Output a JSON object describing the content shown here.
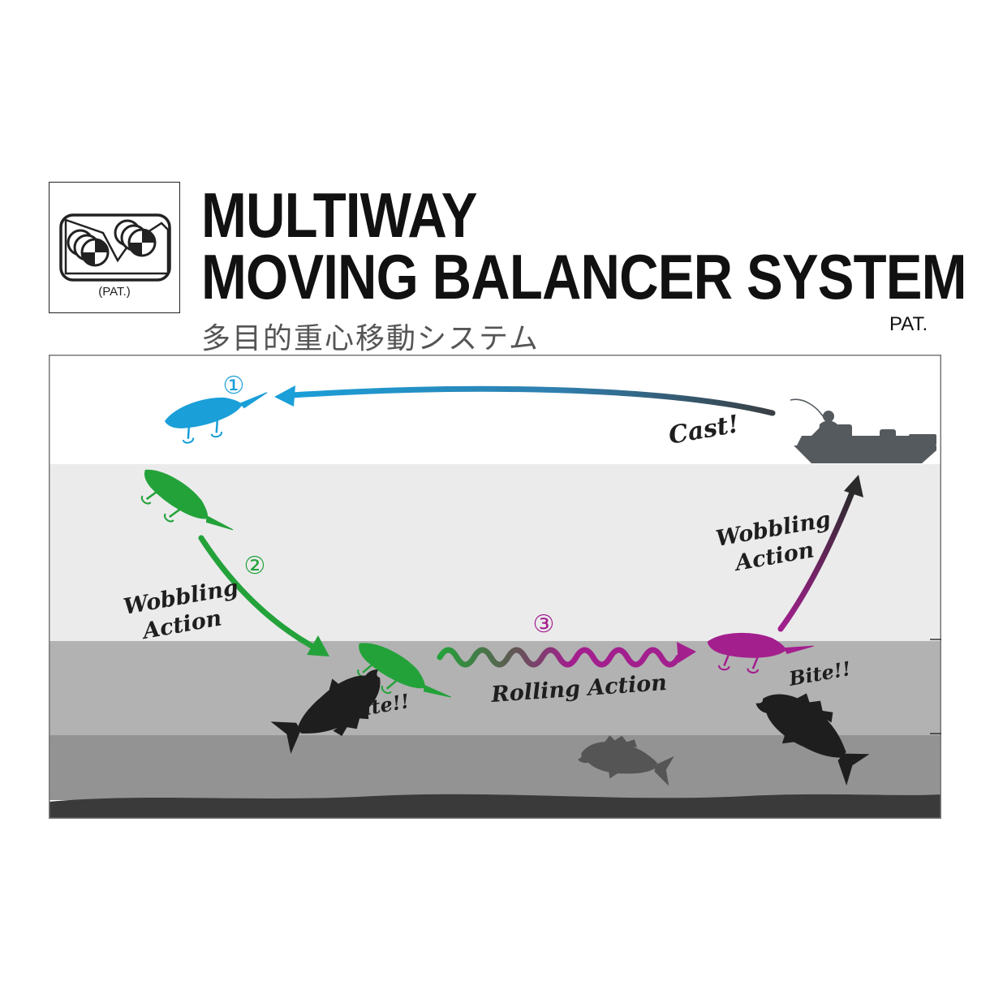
{
  "logo": {
    "pat_label": "(PAT.)"
  },
  "title": {
    "line1": "MULTIWAY",
    "line2": "MOVING BALANCER SYSTEM",
    "pat": "PAT.",
    "subtitle_jp": "多目的重心移動システム"
  },
  "diagram": {
    "step1": "①",
    "step2": "②",
    "step3": "③",
    "cast": "Cast!",
    "wobbling_left_1": "Wobbling",
    "wobbling_left_2": "Action",
    "wobbling_right_1": "Wobbling",
    "wobbling_right_2": "Action",
    "rolling": "Rolling Action",
    "bite_left": "Bite!!",
    "bite_right": "Bite!!"
  },
  "colors": {
    "step1": "#1a9fd8",
    "step2": "#24a23a",
    "step3": "#a31f8e",
    "fish": "#1e1e1e",
    "boat": "#555a5e"
  },
  "icons": [
    "balancer-logo-icon",
    "lure-icon",
    "boat-angler-icon",
    "bass-fish-icon",
    "arrow-icon"
  ]
}
